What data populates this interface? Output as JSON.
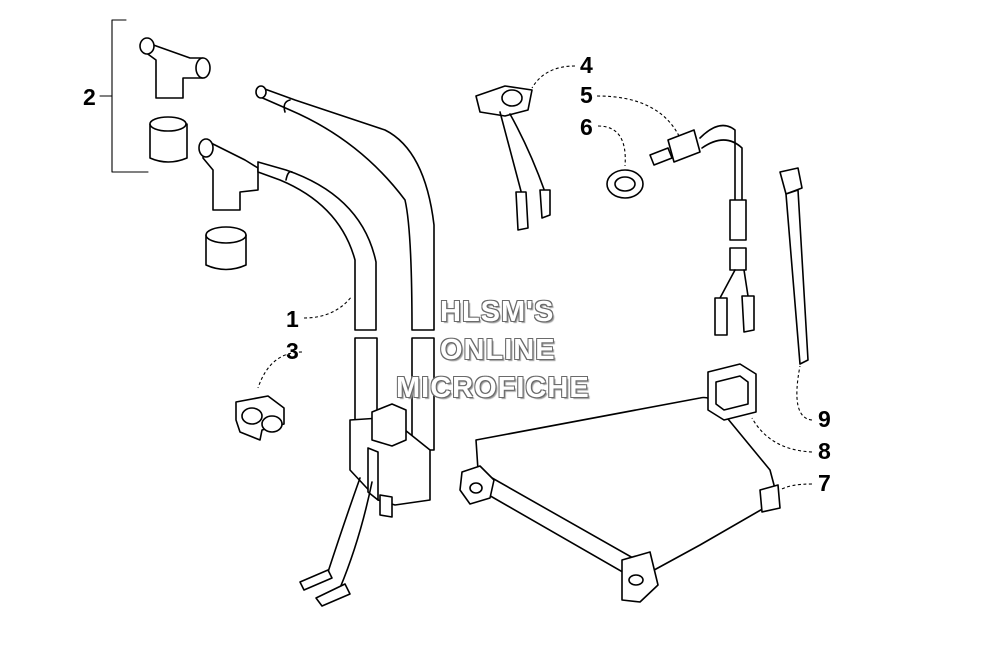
{
  "diagram": {
    "callouts": [
      {
        "id": "1",
        "label": "1"
      },
      {
        "id": "2",
        "label": "2"
      },
      {
        "id": "3",
        "label": "3"
      },
      {
        "id": "4",
        "label": "4"
      },
      {
        "id": "5",
        "label": "5"
      },
      {
        "id": "6",
        "label": "6"
      },
      {
        "id": "7",
        "label": "7"
      },
      {
        "id": "8",
        "label": "8"
      },
      {
        "id": "9",
        "label": "9"
      }
    ],
    "watermark": {
      "line1": "HLSM'S",
      "line2": "ONLINE",
      "line3": "MICROFICHE"
    }
  }
}
